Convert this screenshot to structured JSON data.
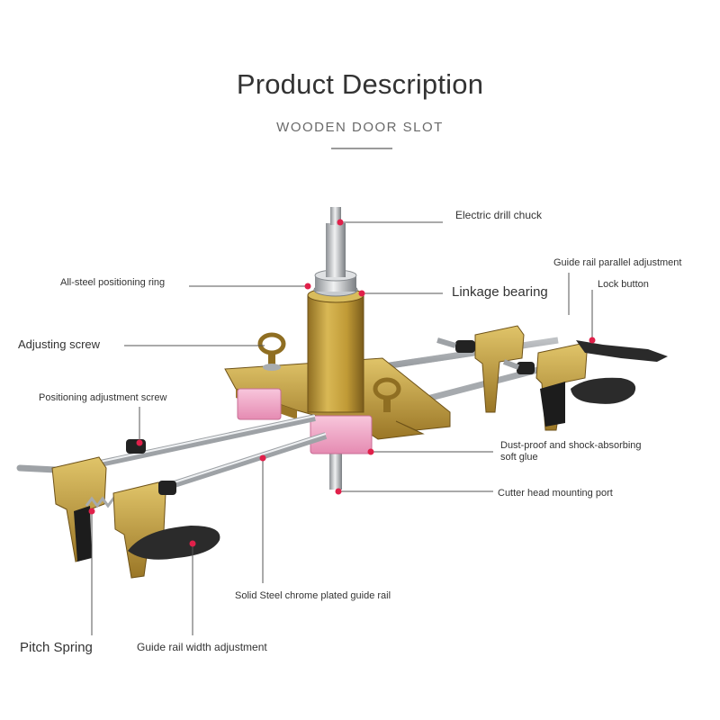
{
  "header": {
    "title": "Product Description",
    "subtitle": "WOODEN DOOR SLOT"
  },
  "labels": {
    "electric_drill_chuck": "Electric drill chuck",
    "guide_rail_parallel_adjustment": "Guide rail parallel adjustment",
    "all_steel_positioning_ring": "All-steel positioning ring",
    "linkage_bearing": "Linkage bearing",
    "lock_button": "Lock button",
    "adjusting_screw": "Adjusting screw",
    "positioning_adjustment_screw": "Positioning adjustment screw",
    "dust_proof_line1": "Dust-proof and shock-absorbing",
    "dust_proof_line2": "soft glue",
    "cutter_head_mounting_port": "Cutter head mounting port",
    "guide_rail": "Solid Steel chrome plated guide rail",
    "pitch_spring": "Pitch Spring",
    "guide_rail_width_adjustment": "Guide rail width adjustment"
  },
  "colors": {
    "leader_line": "#555555",
    "marker": "#e0204a",
    "brass": "#c9a43c",
    "steel": "#b8bcc0",
    "pink_pad": "#f2a3c4",
    "knob": "#2a2a2a"
  }
}
